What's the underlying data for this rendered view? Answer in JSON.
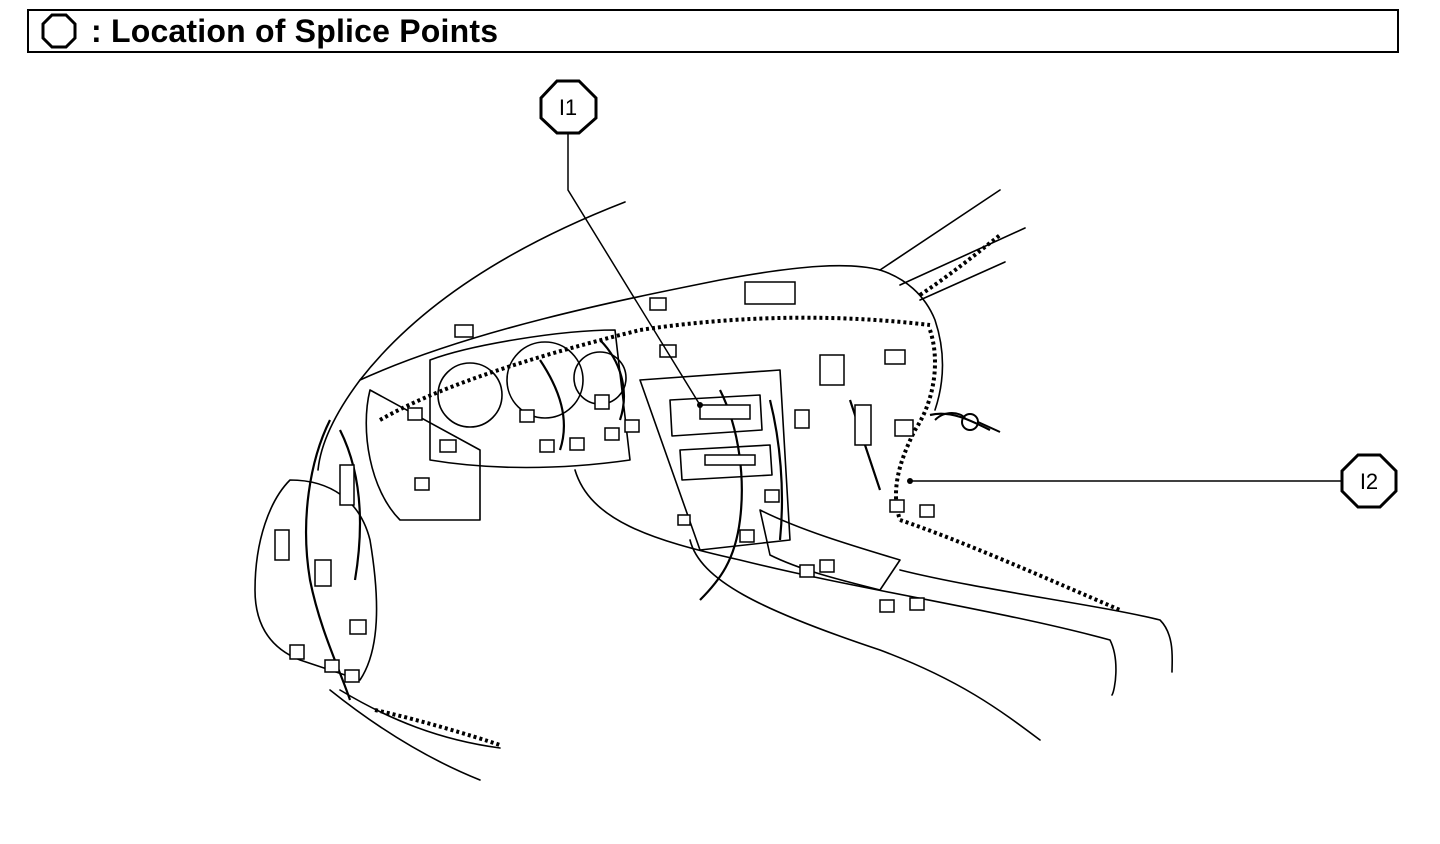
{
  "header": {
    "legend_symbol": "octagon-icon",
    "title": ": Location of Splice Points"
  },
  "callouts": [
    {
      "id": "I1",
      "label": "I1"
    },
    {
      "id": "I2",
      "label": "I2"
    }
  ],
  "colors": {
    "line": "#000000",
    "background": "#ffffff"
  }
}
